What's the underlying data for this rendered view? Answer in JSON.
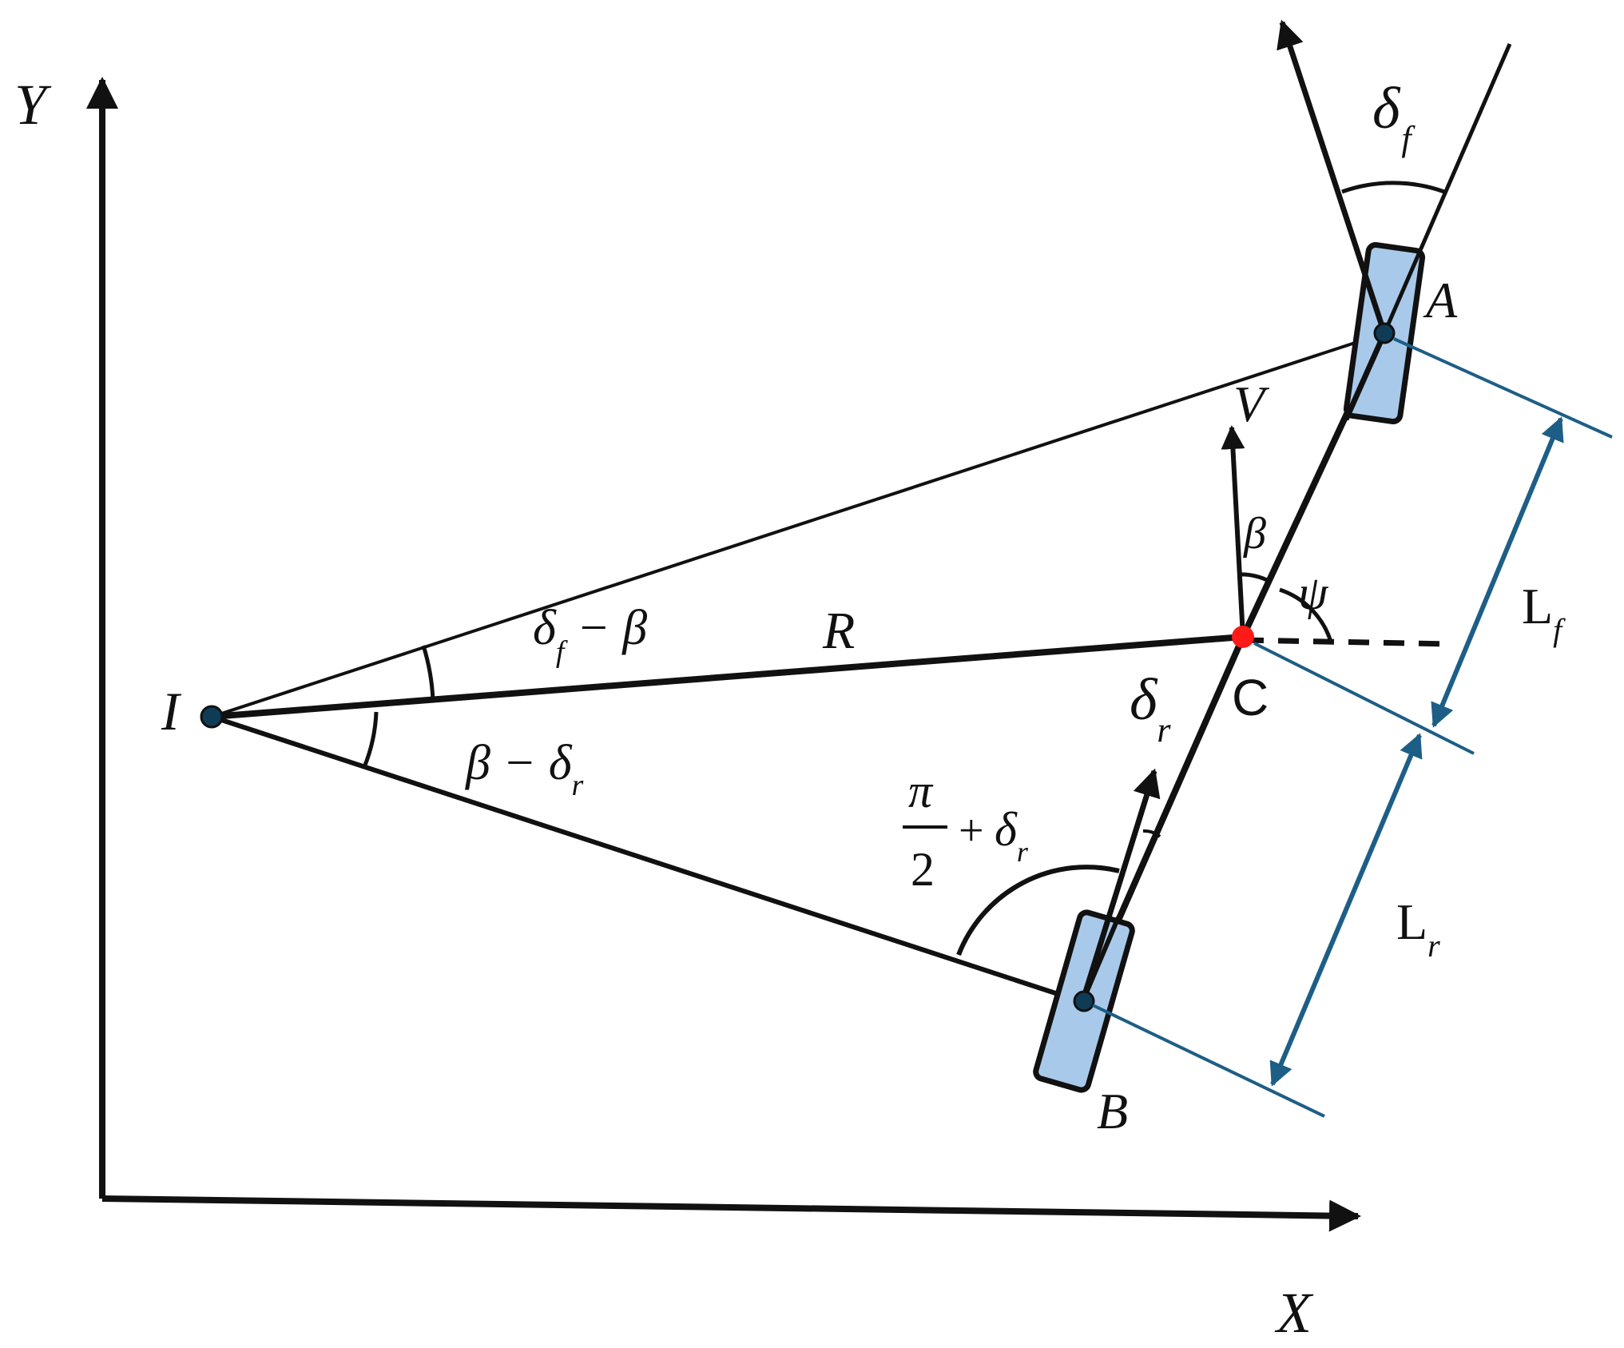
{
  "colors": {
    "line": "#111111",
    "dimension": "#1d5e86",
    "wheel_fill": "#a9c9ea",
    "center_point": "#ff1a1a",
    "pivot": "#0f3b55"
  },
  "labels": {
    "axis_x": "X",
    "axis_y": "Y",
    "point_a": "A",
    "point_b": "B",
    "point_c": "C",
    "point_i": "I",
    "velocity": "V",
    "radius": "R",
    "beta": "β",
    "psi": "ψ",
    "delta_f": {
      "main": "δ",
      "sub": "f"
    },
    "delta_r": {
      "main": "δ",
      "sub": "r"
    },
    "angle_df_minus_beta": {
      "main": "δ",
      "sub": "f",
      "rest": " − β"
    },
    "angle_beta_minus_dr": {
      "pre": "β − ",
      "main": "δ",
      "sub": "r"
    },
    "angle_pi_half": {
      "num": "π",
      "den": "2",
      "plus": "+",
      "main": "δ",
      "sub": "r"
    },
    "length_front": {
      "main": "L",
      "sub": "f"
    },
    "length_rear": {
      "main": "L",
      "sub": "r"
    }
  },
  "icons": {
    "front_wheel": "wheel-rectangle",
    "rear_wheel": "wheel-rectangle",
    "cg_marker": "red-dot"
  }
}
